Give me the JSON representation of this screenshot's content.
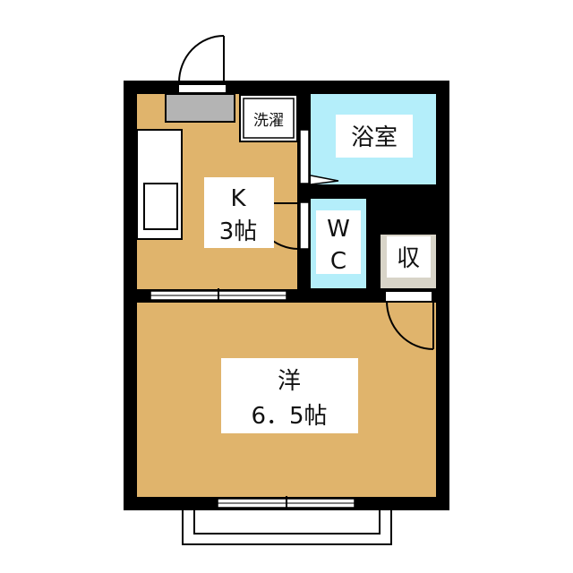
{
  "rooms": {
    "kitchen": {
      "name": "K",
      "size": "3帖"
    },
    "bath": {
      "name": "浴室"
    },
    "wc": {
      "line1": "W",
      "line2": "C"
    },
    "closet": {
      "name": "収"
    },
    "western": {
      "name": "洋",
      "size": "6．5帖"
    },
    "laundry": {
      "name": "洗濯"
    }
  },
  "colors": {
    "wall": "#000000",
    "floor": "#e0b46c",
    "wet_area": "#b4eefa",
    "storage": "#d8d4c8",
    "fixture": "#b4b4b4"
  }
}
